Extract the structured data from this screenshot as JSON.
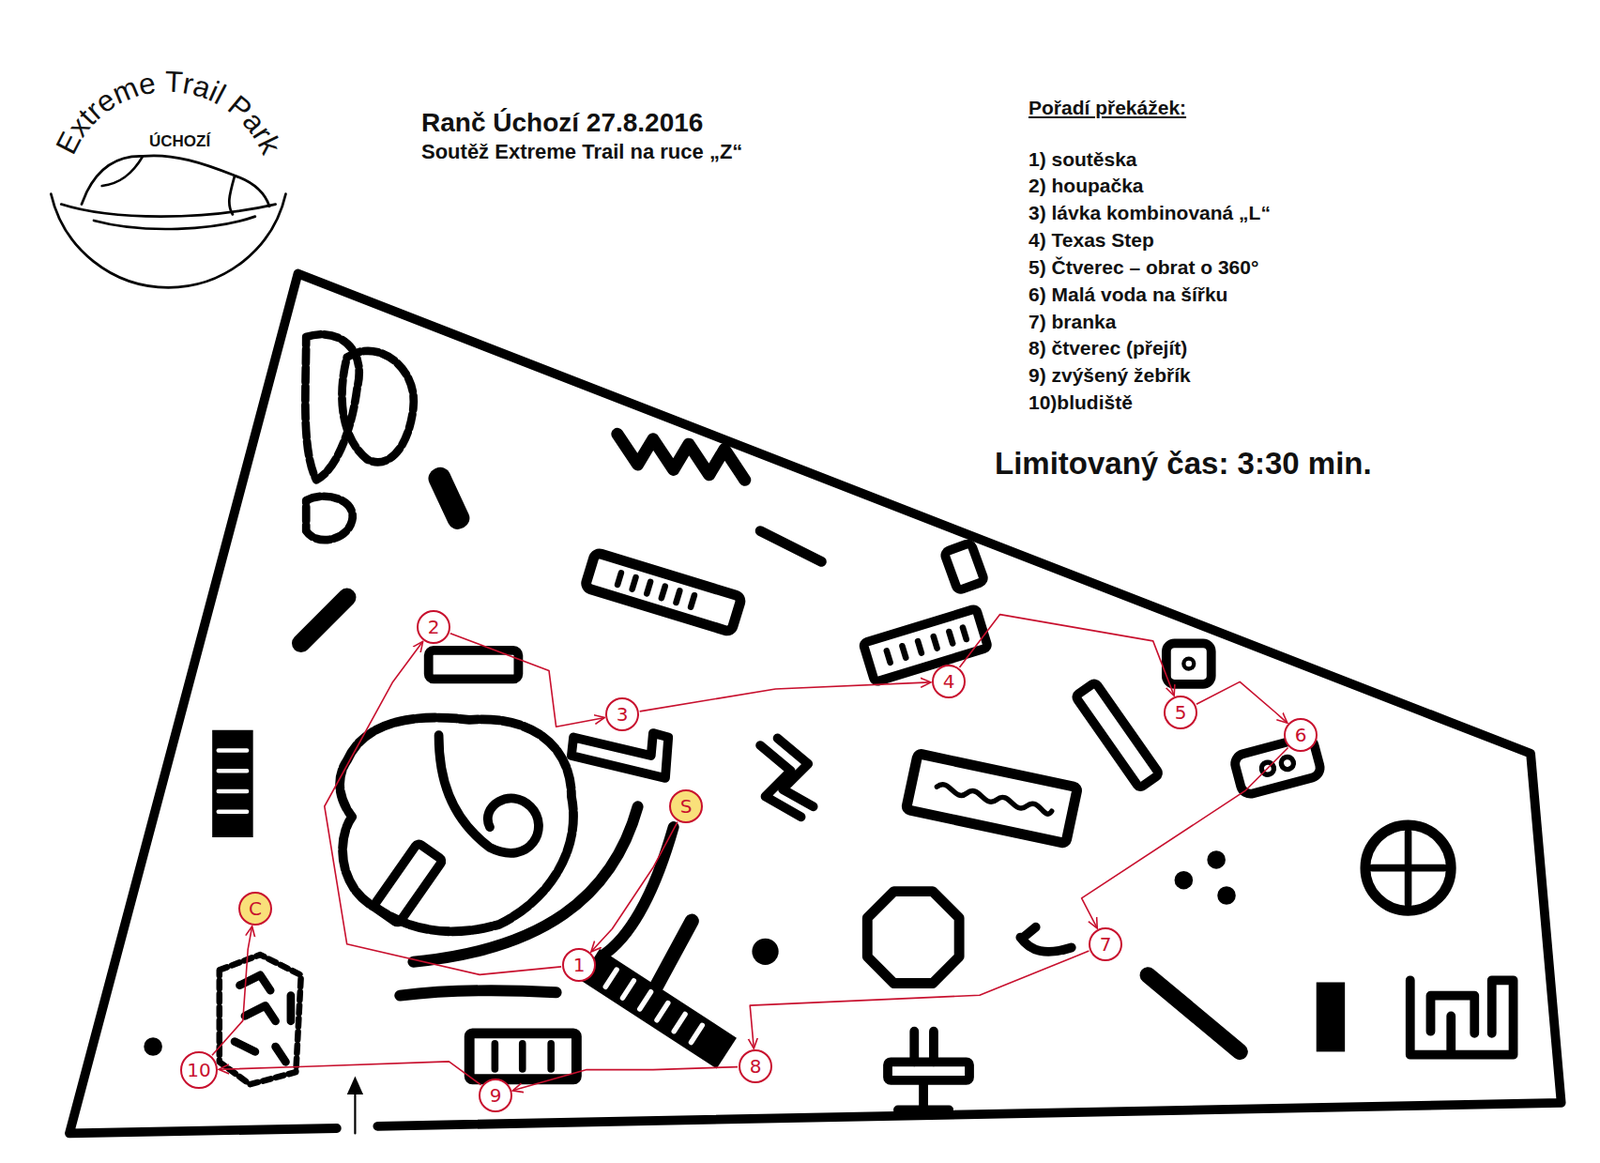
{
  "diagram": {
    "title": "Ranč Úchozí 27.8.2016",
    "nodes": [
      {
        "text": [
          "S"
        ]
      },
      {
        "text": [
          "1"
        ]
      },
      {
        "text": [
          "2"
        ]
      },
      {
        "text": [
          "3"
        ]
      },
      {
        "text": [
          "4"
        ]
      },
      {
        "text": [
          "5"
        ]
      },
      {
        "text": [
          "6"
        ]
      },
      {
        "text": [
          "7"
        ]
      },
      {
        "text": [
          "8"
        ]
      },
      {
        "text": [
          "9"
        ]
      },
      {
        "text": [
          "10"
        ]
      },
      {
        "text": [
          "C"
        ]
      }
    ],
    "edges": [
      {
        "from": 0,
        "to": 1,
        "arrow": "to"
      },
      {
        "from": 1,
        "to": 2,
        "arrow": "to"
      },
      {
        "from": 2,
        "to": 3,
        "arrow": "to"
      },
      {
        "from": 3,
        "to": 4,
        "arrow": "to"
      },
      {
        "from": 4,
        "to": 5,
        "arrow": "to"
      },
      {
        "from": 5,
        "to": 6,
        "arrow": "to"
      },
      {
        "from": 6,
        "to": 7,
        "arrow": "to"
      },
      {
        "from": 7,
        "to": 8,
        "arrow": "to"
      },
      {
        "from": 8,
        "to": 9,
        "arrow": "to"
      },
      {
        "from": 9,
        "to": 10,
        "arrow": "to"
      },
      {
        "from": 10,
        "to": 11,
        "arrow": "to"
      }
    ],
    "labels": [
      "Soutěž Extreme Trail na ruce „Z“",
      "Pořadí překážek:",
      "1) soutěska",
      "2) houpačka",
      "3) lávka kombinovaná „L“",
      "4) Texas Step",
      "5) Čtverec – obrat o 360°",
      "6) Malá voda na šířku",
      "7) branka",
      "8) čtverec (přejít)",
      "9) zvýšený žebřík",
      "10)bludiště",
      "Limitovaný čas: 3:30 min.",
      "Extreme Trail Park",
      "ÚCHOZÍ"
    ]
  }
}
